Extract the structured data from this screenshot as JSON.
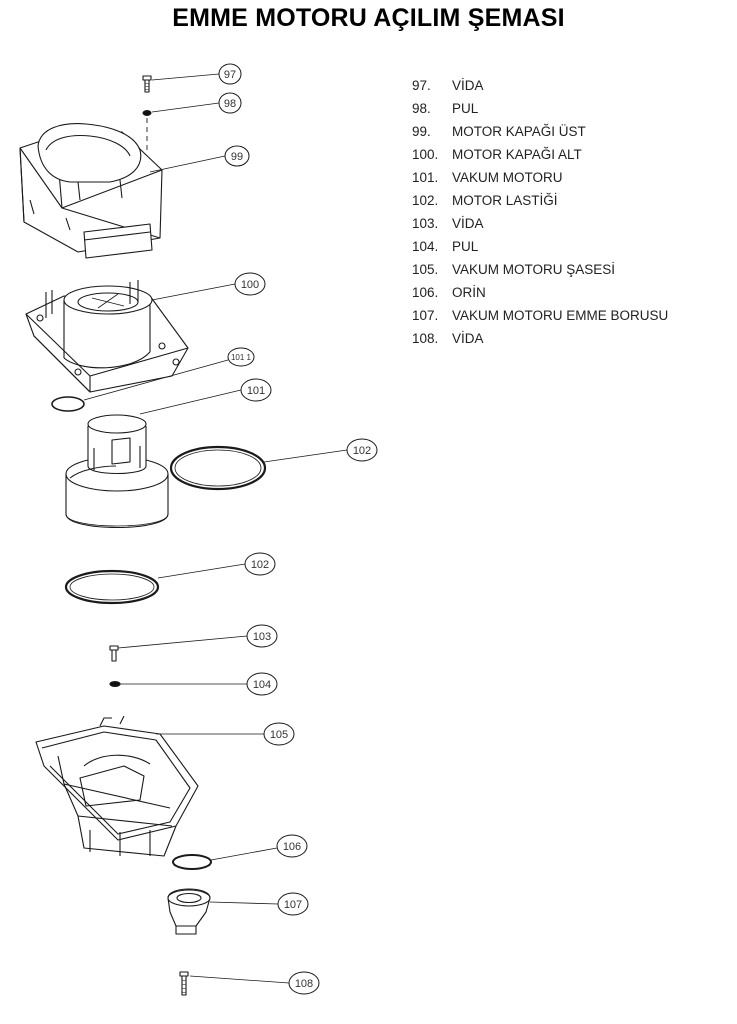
{
  "title": "EMME MOTORU AÇILIM ŞEMASI",
  "legend": [
    {
      "num": "97.",
      "name": "VİDA"
    },
    {
      "num": "98.",
      "name": "PUL"
    },
    {
      "num": "99.",
      "name": "MOTOR KAPAĞI ÜST"
    },
    {
      "num": "100.",
      "name": "MOTOR KAPAĞI ALT"
    },
    {
      "num": "101.",
      "name": "VAKUM MOTORU"
    },
    {
      "num": "102.",
      "name": "MOTOR LASTİĞİ"
    },
    {
      "num": "103.",
      "name": "VİDA"
    },
    {
      "num": "104.",
      "name": "PUL"
    },
    {
      "num": "105.",
      "name": "VAKUM MOTORU ŞASESİ"
    },
    {
      "num": "106.",
      "name": "ORİN"
    },
    {
      "num": "107.",
      "name": "VAKUM MOTORU EMME BORUSU"
    },
    {
      "num": "108.",
      "name": "VİDA"
    }
  ],
  "callouts": {
    "c97": "97",
    "c98": "98",
    "c99": "99",
    "c100": "100",
    "c101_1": "101 1",
    "c101": "101",
    "c102a": "102",
    "c102b": "102",
    "c103": "103",
    "c104": "104",
    "c105": "105",
    "c106": "106",
    "c107": "107",
    "c108": "108"
  }
}
